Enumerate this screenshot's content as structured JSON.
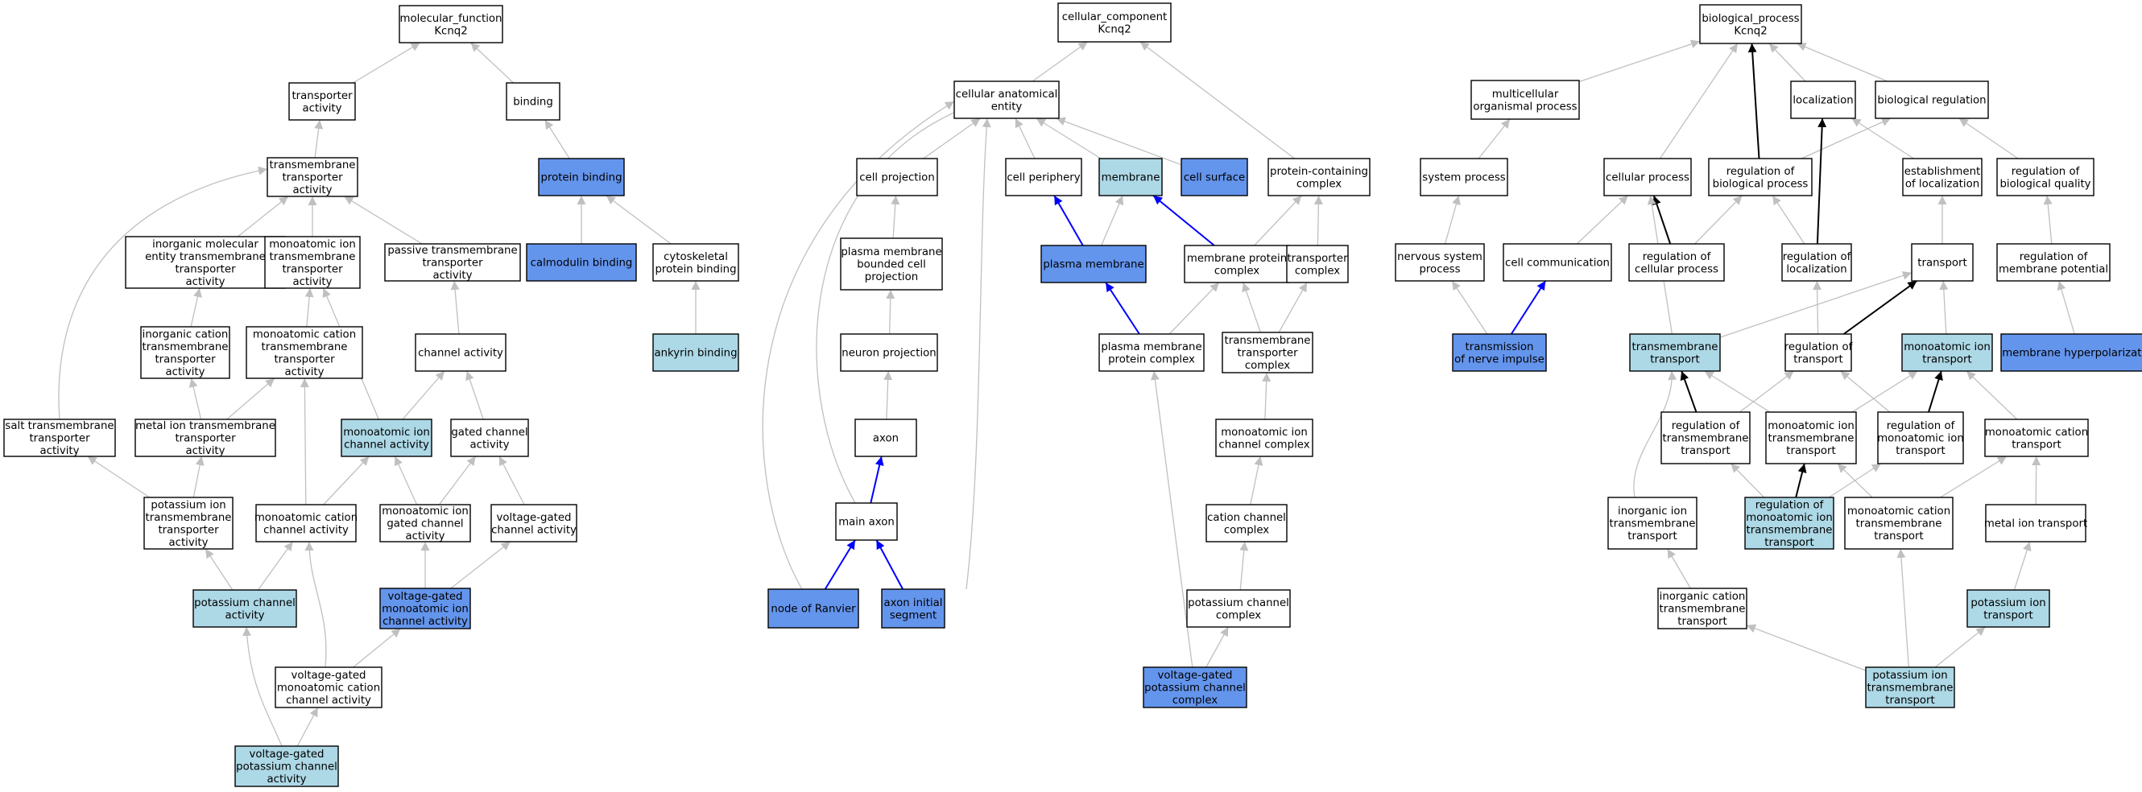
{
  "colors": {
    "white": "#ffffff",
    "light": "#add8e6",
    "blue": "#6495ed",
    "edge_gray": "#c0c0c0",
    "edge_blue": "#0000ff",
    "edge_black": "#000000"
  },
  "nodes": [
    {
      "id": "mf",
      "text": "molecular_function\nKcnq2",
      "fill": "white"
    },
    {
      "id": "mf_ta",
      "text": "transporter\nactivity",
      "fill": "white"
    },
    {
      "id": "mf_bind",
      "text": "binding",
      "fill": "white"
    },
    {
      "id": "mf_tta",
      "text": "transmembrane\ntransporter\nactivity",
      "fill": "white"
    },
    {
      "id": "mf_prot",
      "text": "protein binding",
      "fill": "blue"
    },
    {
      "id": "mf_inorg",
      "text": "inorganic molecular\nentity transmembrane\ntransporter\nactivity",
      "fill": "white"
    },
    {
      "id": "mf_mita",
      "text": "monoatomic ion\ntransmembrane\ntransporter\nactivity",
      "fill": "white"
    },
    {
      "id": "mf_pass",
      "text": "passive transmembrane\ntransporter\nactivity",
      "fill": "white"
    },
    {
      "id": "mf_calm",
      "text": "calmodulin binding",
      "fill": "blue"
    },
    {
      "id": "mf_cyto",
      "text": "cytoskeletal\nprotein binding",
      "fill": "white"
    },
    {
      "id": "mf_icat",
      "text": "inorganic cation\ntransmembrane\ntransporter\nactivity",
      "fill": "white"
    },
    {
      "id": "mf_mcat",
      "text": "monoatomic cation\ntransmembrane\ntransporter\nactivity",
      "fill": "white"
    },
    {
      "id": "mf_chan",
      "text": "channel activity",
      "fill": "white"
    },
    {
      "id": "mf_anky",
      "text": "ankyrin binding",
      "fill": "light"
    },
    {
      "id": "mf_salt",
      "text": "salt transmembrane\ntransporter\nactivity",
      "fill": "white"
    },
    {
      "id": "mf_metal",
      "text": "metal ion transmembrane\ntransporter\nactivity",
      "fill": "white"
    },
    {
      "id": "mf_mich",
      "text": "monoatomic ion\nchannel activity",
      "fill": "light"
    },
    {
      "id": "mf_gated",
      "text": "gated channel\nactivity",
      "fill": "white"
    },
    {
      "id": "mf_kion",
      "text": "potassium ion\ntransmembrane\ntransporter\nactivity",
      "fill": "white"
    },
    {
      "id": "mf_mcch",
      "text": "monoatomic cation\nchannel activity",
      "fill": "white"
    },
    {
      "id": "mf_migch",
      "text": "monoatomic ion\ngated channel\nactivity",
      "fill": "white"
    },
    {
      "id": "mf_vgch",
      "text": "voltage-gated\nchannel activity",
      "fill": "white"
    },
    {
      "id": "mf_kch",
      "text": "potassium channel\nactivity",
      "fill": "light"
    },
    {
      "id": "mf_vgmi",
      "text": "voltage-gated\nmonoatomic ion\nchannel activity",
      "fill": "blue"
    },
    {
      "id": "mf_vgmc",
      "text": "voltage-gated\nmonoatomic cation\nchannel activity",
      "fill": "white"
    },
    {
      "id": "mf_vgk",
      "text": "voltage-gated\npotassium channel\nactivity",
      "fill": "light"
    },
    {
      "id": "cc",
      "text": "cellular_component\nKcnq2",
      "fill": "white"
    },
    {
      "id": "cc_ent",
      "text": "cellular anatomical\nentity",
      "fill": "white"
    },
    {
      "id": "cc_proj",
      "text": "cell projection",
      "fill": "white"
    },
    {
      "id": "cc_peri",
      "text": "cell periphery",
      "fill": "white"
    },
    {
      "id": "cc_mem",
      "text": "membrane",
      "fill": "light"
    },
    {
      "id": "cc_surf",
      "text": "cell surface",
      "fill": "blue"
    },
    {
      "id": "cc_pcc",
      "text": "protein-containing\ncomplex",
      "fill": "white"
    },
    {
      "id": "cc_pmbp",
      "text": "plasma membrane\nbounded cell\nprojection",
      "fill": "white"
    },
    {
      "id": "cc_pm",
      "text": "plasma membrane",
      "fill": "blue"
    },
    {
      "id": "cc_mpc",
      "text": "membrane protein\ncomplex",
      "fill": "white"
    },
    {
      "id": "cc_tc",
      "text": "transporter\ncomplex",
      "fill": "white"
    },
    {
      "id": "cc_np",
      "text": "neuron projection",
      "fill": "white"
    },
    {
      "id": "cc_pmpc",
      "text": "plasma membrane\nprotein complex",
      "fill": "white"
    },
    {
      "id": "cc_ttc",
      "text": "transmembrane\ntransporter\ncomplex",
      "fill": "white"
    },
    {
      "id": "cc_axon",
      "text": "axon",
      "fill": "white"
    },
    {
      "id": "cc_mic",
      "text": "monoatomic ion\nchannel complex",
      "fill": "white"
    },
    {
      "id": "cc_main",
      "text": "main axon",
      "fill": "white"
    },
    {
      "id": "cc_cat",
      "text": "cation channel\ncomplex",
      "fill": "white"
    },
    {
      "id": "cc_ranv",
      "text": "node of Ranvier",
      "fill": "blue"
    },
    {
      "id": "cc_ais",
      "text": "axon initial\nsegment",
      "fill": "blue"
    },
    {
      "id": "cc_kc",
      "text": "potassium channel\ncomplex",
      "fill": "white"
    },
    {
      "id": "cc_vgk",
      "text": "voltage-gated\npotassium channel\ncomplex",
      "fill": "blue"
    },
    {
      "id": "bp",
      "text": "biological_process\nKcnq2",
      "fill": "white"
    },
    {
      "id": "bp_multi",
      "text": "multicellular\norganismal process",
      "fill": "white"
    },
    {
      "id": "bp_loc",
      "text": "localization",
      "fill": "white"
    },
    {
      "id": "bp_breg",
      "text": "biological regulation",
      "fill": "white"
    },
    {
      "id": "bp_sys",
      "text": "system process",
      "fill": "white"
    },
    {
      "id": "bp_cell",
      "text": "cellular process",
      "fill": "white"
    },
    {
      "id": "bp_rbp",
      "text": "regulation of\nbiological process",
      "fill": "white"
    },
    {
      "id": "bp_estloc",
      "text": "establishment\nof localization",
      "fill": "white"
    },
    {
      "id": "bp_rbq",
      "text": "regulation of\nbiological quality",
      "fill": "white"
    },
    {
      "id": "bp_ns",
      "text": "nervous system\nprocess",
      "fill": "white"
    },
    {
      "id": "bp_comm",
      "text": "cell communication",
      "fill": "white"
    },
    {
      "id": "bp_rcp",
      "text": "regulation of\ncellular process",
      "fill": "white"
    },
    {
      "id": "bp_rloc",
      "text": "regulation of\nlocalization",
      "fill": "white"
    },
    {
      "id": "bp_tr",
      "text": "transport",
      "fill": "white"
    },
    {
      "id": "bp_rmp",
      "text": "regulation of\nmembrane potential",
      "fill": "white"
    },
    {
      "id": "bp_nerve",
      "text": "transmission\nof nerve impulse",
      "fill": "blue"
    },
    {
      "id": "bp_tmt",
      "text": "transmembrane\ntransport",
      "fill": "light"
    },
    {
      "id": "bp_rtr",
      "text": "regulation of\ntransport",
      "fill": "white"
    },
    {
      "id": "bp_mit",
      "text": "monoatomic ion\ntransport",
      "fill": "light"
    },
    {
      "id": "bp_hyper",
      "text": "membrane hyperpolarization",
      "fill": "blue"
    },
    {
      "id": "bp_rtmt",
      "text": "regulation of\ntransmembrane\ntransport",
      "fill": "white"
    },
    {
      "id": "bp_mitt",
      "text": "monoatomic ion\ntransmembrane\ntransport",
      "fill": "white"
    },
    {
      "id": "bp_rmit",
      "text": "regulation of\nmonoatomic ion\ntransport",
      "fill": "white"
    },
    {
      "id": "bp_mct",
      "text": "monoatomic cation\ntransport",
      "fill": "white"
    },
    {
      "id": "bp_iitt",
      "text": "inorganic ion\ntransmembrane\ntransport",
      "fill": "white"
    },
    {
      "id": "bp_rmitt",
      "text": "regulation of\nmonoatomic ion\ntransmembrane\ntransport",
      "fill": "light"
    },
    {
      "id": "bp_mctt",
      "text": "monoatomic cation\ntransmembrane\ntransport",
      "fill": "white"
    },
    {
      "id": "bp_metal",
      "text": "metal ion transport",
      "fill": "white"
    },
    {
      "id": "bp_ictt",
      "text": "inorganic cation\ntransmembrane\ntransport",
      "fill": "white"
    },
    {
      "id": "bp_kit",
      "text": "potassium ion\ntransport",
      "fill": "light"
    },
    {
      "id": "bp_kitt",
      "text": "potassium ion\ntransmembrane\ntransport",
      "fill": "light"
    }
  ],
  "edges": [
    [
      "mf_ta",
      "mf",
      "g"
    ],
    [
      "mf_bind",
      "mf",
      "g"
    ],
    [
      "mf_tta",
      "mf_ta",
      "g"
    ],
    [
      "mf_prot",
      "mf_bind",
      "g"
    ],
    [
      "mf_inorg",
      "mf_tta",
      "g"
    ],
    [
      "mf_mita",
      "mf_tta",
      "g"
    ],
    [
      "mf_pass",
      "mf_tta",
      "g"
    ],
    [
      "mf_salt",
      "mf_tta",
      "g"
    ],
    [
      "mf_calm",
      "mf_prot",
      "g"
    ],
    [
      "mf_cyto",
      "mf_prot",
      "g"
    ],
    [
      "mf_icat",
      "mf_inorg",
      "g"
    ],
    [
      "mf_mcat",
      "mf_mita",
      "g"
    ],
    [
      "mf_mich",
      "mf_mita",
      "g"
    ],
    [
      "mf_chan",
      "mf_pass",
      "g"
    ],
    [
      "mf_anky",
      "mf_cyto",
      "g"
    ],
    [
      "mf_metal",
      "mf_icat",
      "g"
    ],
    [
      "mf_metal",
      "mf_mcat",
      "g"
    ],
    [
      "mf_mich",
      "mf_chan",
      "g"
    ],
    [
      "mf_gated",
      "mf_chan",
      "g"
    ],
    [
      "mf_kion",
      "mf_salt",
      "g"
    ],
    [
      "mf_kion",
      "mf_metal",
      "g"
    ],
    [
      "mf_mcch",
      "mf_mcat",
      "g"
    ],
    [
      "mf_mcch",
      "mf_mich",
      "g"
    ],
    [
      "mf_migch",
      "mf_mich",
      "g"
    ],
    [
      "mf_migch",
      "mf_gated",
      "g"
    ],
    [
      "mf_vgch",
      "mf_gated",
      "g"
    ],
    [
      "mf_kch",
      "mf_kion",
      "g"
    ],
    [
      "mf_kch",
      "mf_mcch",
      "g"
    ],
    [
      "mf_vgmi",
      "mf_migch",
      "g"
    ],
    [
      "mf_vgmi",
      "mf_vgch",
      "g"
    ],
    [
      "mf_vgmc",
      "mf_mcch",
      "g"
    ],
    [
      "mf_vgmc",
      "mf_vgmi",
      "g"
    ],
    [
      "mf_vgk",
      "mf_kch",
      "g"
    ],
    [
      "mf_vgk",
      "mf_vgmc",
      "g"
    ],
    [
      "cc_ent",
      "cc",
      "g"
    ],
    [
      "cc_pcc",
      "cc",
      "g"
    ],
    [
      "cc_proj",
      "cc_ent",
      "g"
    ],
    [
      "cc_peri",
      "cc_ent",
      "g"
    ],
    [
      "cc_mem",
      "cc_ent",
      "g"
    ],
    [
      "cc_surf",
      "cc_ent",
      "g"
    ],
    [
      "cc_pmbp",
      "cc_proj",
      "g"
    ],
    [
      "cc_pm",
      "cc_peri",
      "b"
    ],
    [
      "cc_pm",
      "cc_mem",
      "g"
    ],
    [
      "cc_mpc",
      "cc_mem",
      "b"
    ],
    [
      "cc_mpc",
      "cc_pcc",
      "g"
    ],
    [
      "cc_tc",
      "cc_pcc",
      "g"
    ],
    [
      "cc_np",
      "cc_pmbp",
      "g"
    ],
    [
      "cc_pmpc",
      "cc_pm",
      "b"
    ],
    [
      "cc_pmpc",
      "cc_mpc",
      "g"
    ],
    [
      "cc_ttc",
      "cc_mpc",
      "g"
    ],
    [
      "cc_ttc",
      "cc_tc",
      "g"
    ],
    [
      "cc_axon",
      "cc_np",
      "g"
    ],
    [
      "cc_mic",
      "cc_ttc",
      "g"
    ],
    [
      "cc_main",
      "cc_axon",
      "b"
    ],
    [
      "cc_main",
      "cc_ent",
      "g"
    ],
    [
      "cc_cat",
      "cc_mic",
      "g"
    ],
    [
      "cc_ranv",
      "cc_main",
      "b"
    ],
    [
      "cc_ranv",
      "cc_ent",
      "g"
    ],
    [
      "cc_ais",
      "cc_main",
      "b"
    ],
    [
      "cc_ais",
      "cc_ent",
      "g"
    ],
    [
      "cc_kc",
      "cc_cat",
      "g"
    ],
    [
      "cc_vgk",
      "cc_kc",
      "g"
    ],
    [
      "cc_vgk",
      "cc_pmpc",
      "g"
    ],
    [
      "bp_multi",
      "bp",
      "g"
    ],
    [
      "bp_loc",
      "bp",
      "g"
    ],
    [
      "bp_breg",
      "bp",
      "g"
    ],
    [
      "bp_cell",
      "bp",
      "g"
    ],
    [
      "bp_rbp",
      "bp",
      "k"
    ],
    [
      "bp_sys",
      "bp_multi",
      "g"
    ],
    [
      "bp_rbp",
      "bp_breg",
      "g"
    ],
    [
      "bp_estloc",
      "bp_loc",
      "g"
    ],
    [
      "bp_rbq",
      "bp_breg",
      "g"
    ],
    [
      "bp_ns",
      "bp_sys",
      "g"
    ],
    [
      "bp_comm",
      "bp_cell",
      "g"
    ],
    [
      "bp_rcp",
      "bp_cell",
      "k"
    ],
    [
      "bp_rcp",
      "bp_rbp",
      "g"
    ],
    [
      "bp_rloc",
      "bp_rbp",
      "g"
    ],
    [
      "bp_rloc",
      "bp_loc",
      "k"
    ],
    [
      "bp_tr",
      "bp_estloc",
      "g"
    ],
    [
      "bp_rmp",
      "bp_rbq",
      "g"
    ],
    [
      "bp_nerve",
      "bp_ns",
      "g"
    ],
    [
      "bp_nerve",
      "bp_comm",
      "b"
    ],
    [
      "bp_tmt",
      "bp_cell",
      "g"
    ],
    [
      "bp_tmt",
      "bp_tr",
      "g"
    ],
    [
      "bp_rtr",
      "bp_rloc",
      "g"
    ],
    [
      "bp_rtr",
      "bp_tr",
      "k"
    ],
    [
      "bp_mit",
      "bp_tr",
      "g"
    ],
    [
      "bp_hyper",
      "bp_rmp",
      "g"
    ],
    [
      "bp_rtmt",
      "bp_tmt",
      "k"
    ],
    [
      "bp_rtmt",
      "bp_rtr",
      "g"
    ],
    [
      "bp_mitt",
      "bp_tmt",
      "g"
    ],
    [
      "bp_mitt",
      "bp_mit",
      "g"
    ],
    [
      "bp_rmit",
      "bp_rtr",
      "g"
    ],
    [
      "bp_rmit",
      "bp_mit",
      "k"
    ],
    [
      "bp_mct",
      "bp_mit",
      "g"
    ],
    [
      "bp_iitt",
      "bp_tmt",
      "g"
    ],
    [
      "bp_rmitt",
      "bp_rtmt",
      "g"
    ],
    [
      "bp_rmitt",
      "bp_mitt",
      "k"
    ],
    [
      "bp_rmitt",
      "bp_rmit",
      "g"
    ],
    [
      "bp_mctt",
      "bp_mitt",
      "g"
    ],
    [
      "bp_mctt",
      "bp_mct",
      "g"
    ],
    [
      "bp_metal",
      "bp_mct",
      "g"
    ],
    [
      "bp_ictt",
      "bp_iitt",
      "g"
    ],
    [
      "bp_kit",
      "bp_metal",
      "g"
    ],
    [
      "bp_kitt",
      "bp_ictt",
      "g"
    ],
    [
      "bp_kitt",
      "bp_mctt",
      "g"
    ],
    [
      "bp_kitt",
      "bp_kit",
      "g"
    ],
    [
      "bp_rcp",
      "bp_rcp",
      "x"
    ]
  ]
}
